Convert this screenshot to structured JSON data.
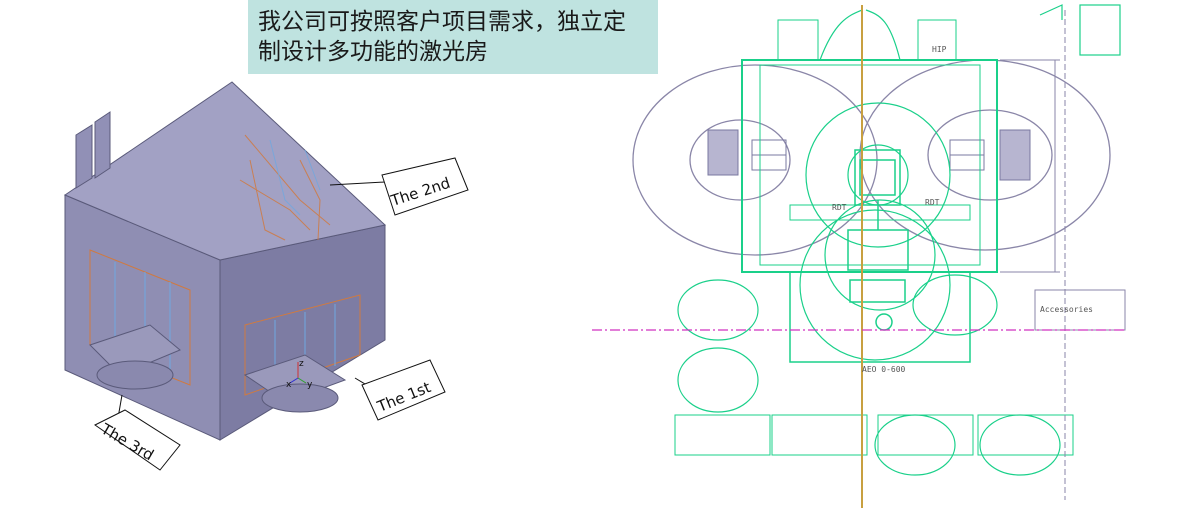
{
  "caption": {
    "text": "我公司可按照客户项目需求，独立定制设计多功能的激光房"
  },
  "model_view": {
    "callouts": [
      {
        "label": "The 2nd"
      },
      {
        "label": "The 1st"
      },
      {
        "label": "The 3rd"
      }
    ],
    "axis_labels": {
      "z": "z",
      "x": "x",
      "y": "y"
    }
  },
  "drawing_view": {
    "text_items": [
      "HIP",
      "RDT",
      "RDT",
      "AEO 0-600",
      "Accessories"
    ],
    "colors": {
      "green": "#1ad08a",
      "purple": "#8a86a8",
      "gold": "#c8a040",
      "magenta": "#d030c0"
    }
  }
}
